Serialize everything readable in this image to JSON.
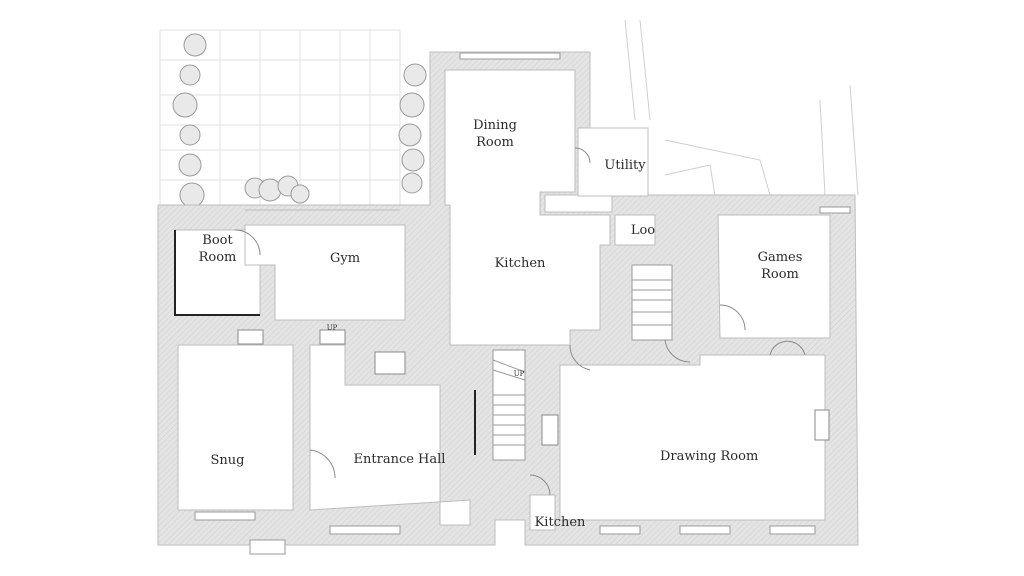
{
  "rooms": {
    "dining_room": {
      "line1": "Dining",
      "line2": "Room"
    },
    "utility": "Utility",
    "boot_room": {
      "line1": "Boot",
      "line2": "Room"
    },
    "gym": "Gym",
    "loo": "Loo",
    "kitchen": "Kitchen",
    "games_room": {
      "line1": "Games",
      "line2": "Room"
    },
    "snug": "Snug",
    "entrance_hall": "Entrance Hall",
    "drawing_room": "Drawing Room",
    "kitchen_lower": "Kitchen"
  },
  "stair_marks": {
    "up_1": "UP",
    "up_2": "UP"
  },
  "colors": {
    "wall_fill": "#e6e6e6",
    "wall_stroke": "#bdbdbd",
    "room_fill": "#ffffff",
    "text": "#2b2b2b",
    "paving": "#d9d9d9"
  }
}
